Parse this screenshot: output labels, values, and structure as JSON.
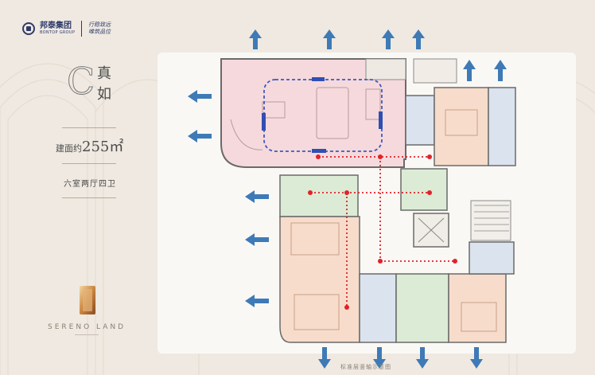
{
  "brand_header": {
    "company_cn": "邦泰集团",
    "company_en": "BONTOP GROUP",
    "slogan_line1": "行稳致远",
    "slogan_line2": "唯筑品位"
  },
  "unit": {
    "letter": "C",
    "name_char1": "真",
    "name_char2": "如",
    "area_label": "建面约",
    "area_value": "255㎡",
    "layout": "六室两厅四卫"
  },
  "project": {
    "brand": "SERENO LAND"
  },
  "caption": "标准层竖轴示意图",
  "colors": {
    "living_zone": "#f6d9dc",
    "bedroom_zone": "#f7dccb",
    "green_zone": "#dcebd5",
    "bath_zone": "#dbe3ef",
    "wind_arrow": "#3e7ab6",
    "circulation_path": "#3a5bbf",
    "axis_dots": "#e0222a",
    "wall": "#6a6a6a"
  },
  "icons": {
    "wind_arrow": "arrow-icon",
    "circulation": "loop-path"
  }
}
